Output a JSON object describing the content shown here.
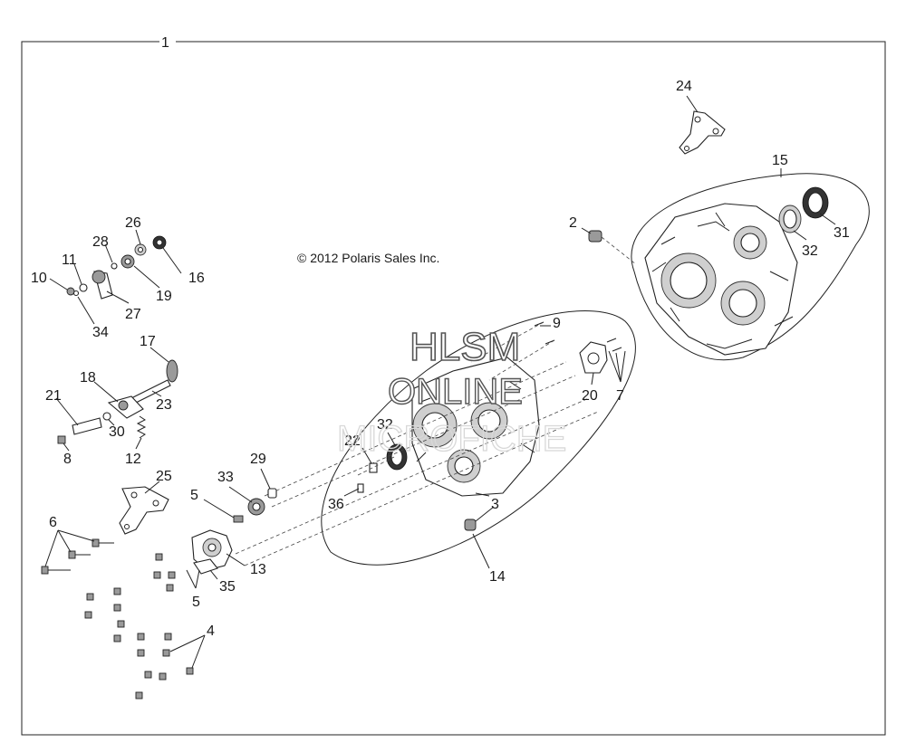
{
  "copyright": "© 2012 Polaris Sales Inc.",
  "watermark": {
    "line1": "HLSM",
    "line2": "ONLINE",
    "line3": "MICROFICHE"
  },
  "callouts": {
    "c1": "1",
    "c2": "2",
    "c3": "3",
    "c4": "4",
    "c5a": "5",
    "c5b": "5",
    "c6": "6",
    "c7": "7",
    "c8": "8",
    "c9": "9",
    "c10": "10",
    "c11": "11",
    "c12": "12",
    "c13": "13",
    "c14": "14",
    "c15": "15",
    "c16": "16",
    "c17": "17",
    "c18": "18",
    "c19": "19",
    "c20": "20",
    "c21": "21",
    "c22": "22",
    "c23": "23",
    "c24": "24",
    "c25": "25",
    "c26": "26",
    "c27": "27",
    "c28": "28",
    "c29": "29",
    "c30": "30",
    "c31": "31",
    "c32a": "32",
    "c32b": "32",
    "c33": "33",
    "c34": "34",
    "c35": "35",
    "c36": "36"
  }
}
